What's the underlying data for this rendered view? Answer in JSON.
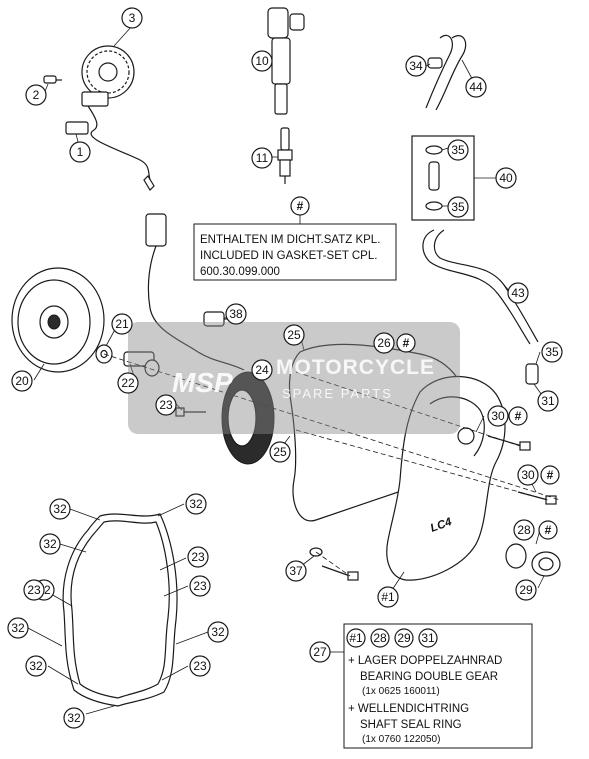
{
  "callouts": [
    {
      "id": "c1",
      "label": "1"
    },
    {
      "id": "c2",
      "label": "2"
    },
    {
      "id": "c3",
      "label": "3"
    },
    {
      "id": "c10",
      "label": "10"
    },
    {
      "id": "c11",
      "label": "11"
    },
    {
      "id": "c34",
      "label": "34"
    },
    {
      "id": "c44",
      "label": "44"
    },
    {
      "id": "c35a",
      "label": "35"
    },
    {
      "id": "c40",
      "label": "40"
    },
    {
      "id": "c35b",
      "label": "35"
    },
    {
      "id": "c43",
      "label": "43"
    },
    {
      "id": "c35c",
      "label": "35"
    },
    {
      "id": "c31",
      "label": "31"
    },
    {
      "id": "c38",
      "label": "38"
    },
    {
      "id": "c21",
      "label": "21"
    },
    {
      "id": "c20",
      "label": "20"
    },
    {
      "id": "c22",
      "label": "22"
    },
    {
      "id": "c23a",
      "label": "23"
    },
    {
      "id": "c24",
      "label": "24"
    },
    {
      "id": "c25a",
      "label": "25"
    },
    {
      "id": "c26",
      "label": "26"
    },
    {
      "id": "c25b",
      "label": "25"
    },
    {
      "id": "c30a",
      "label": "30"
    },
    {
      "id": "c30b",
      "label": "30"
    },
    {
      "id": "c28",
      "label": "28"
    },
    {
      "id": "c29",
      "label": "29"
    },
    {
      "id": "c37",
      "label": "37"
    },
    {
      "id": "c1b",
      "label": "#1"
    },
    {
      "id": "c32a",
      "label": "32"
    },
    {
      "id": "c32b",
      "label": "32"
    },
    {
      "id": "c32c",
      "label": "32"
    },
    {
      "id": "c32d",
      "label": "32"
    },
    {
      "id": "c32e",
      "label": "32"
    },
    {
      "id": "c32f",
      "label": "32"
    },
    {
      "id": "c32g",
      "label": "32"
    },
    {
      "id": "c32h",
      "label": "32"
    },
    {
      "id": "c23b",
      "label": "23"
    },
    {
      "id": "c23c",
      "label": "23"
    },
    {
      "id": "c23d",
      "label": "23"
    },
    {
      "id": "c23e",
      "label": "23"
    },
    {
      "id": "c27",
      "label": "27"
    }
  ],
  "hash_marks": {
    "symbol": "#"
  },
  "gasket_note": {
    "line1": "ENTHALTEN IM DICHT.SATZ KPL.",
    "line2": "INCLUDED IN GASKET-SET CPL.",
    "line3": "600.30.099.000"
  },
  "bearing_note": {
    "tags": [
      "#1",
      "28",
      "29",
      "31"
    ],
    "line1": "+ LAGER DOPPELZAHNRAD",
    "line2": "BEARING DOUBLE GEAR",
    "line3": "(1x 0625 160011)",
    "line4": "+ WELLENDICHTRING",
    "line5": "SHAFT SEAL RING",
    "line6": "(1x 0760 122050)"
  },
  "watermark": {
    "logo": "MSP",
    "line1": "MOTORCYCLE",
    "line2": "SPARE PARTS"
  },
  "cover_logo": "LC4"
}
